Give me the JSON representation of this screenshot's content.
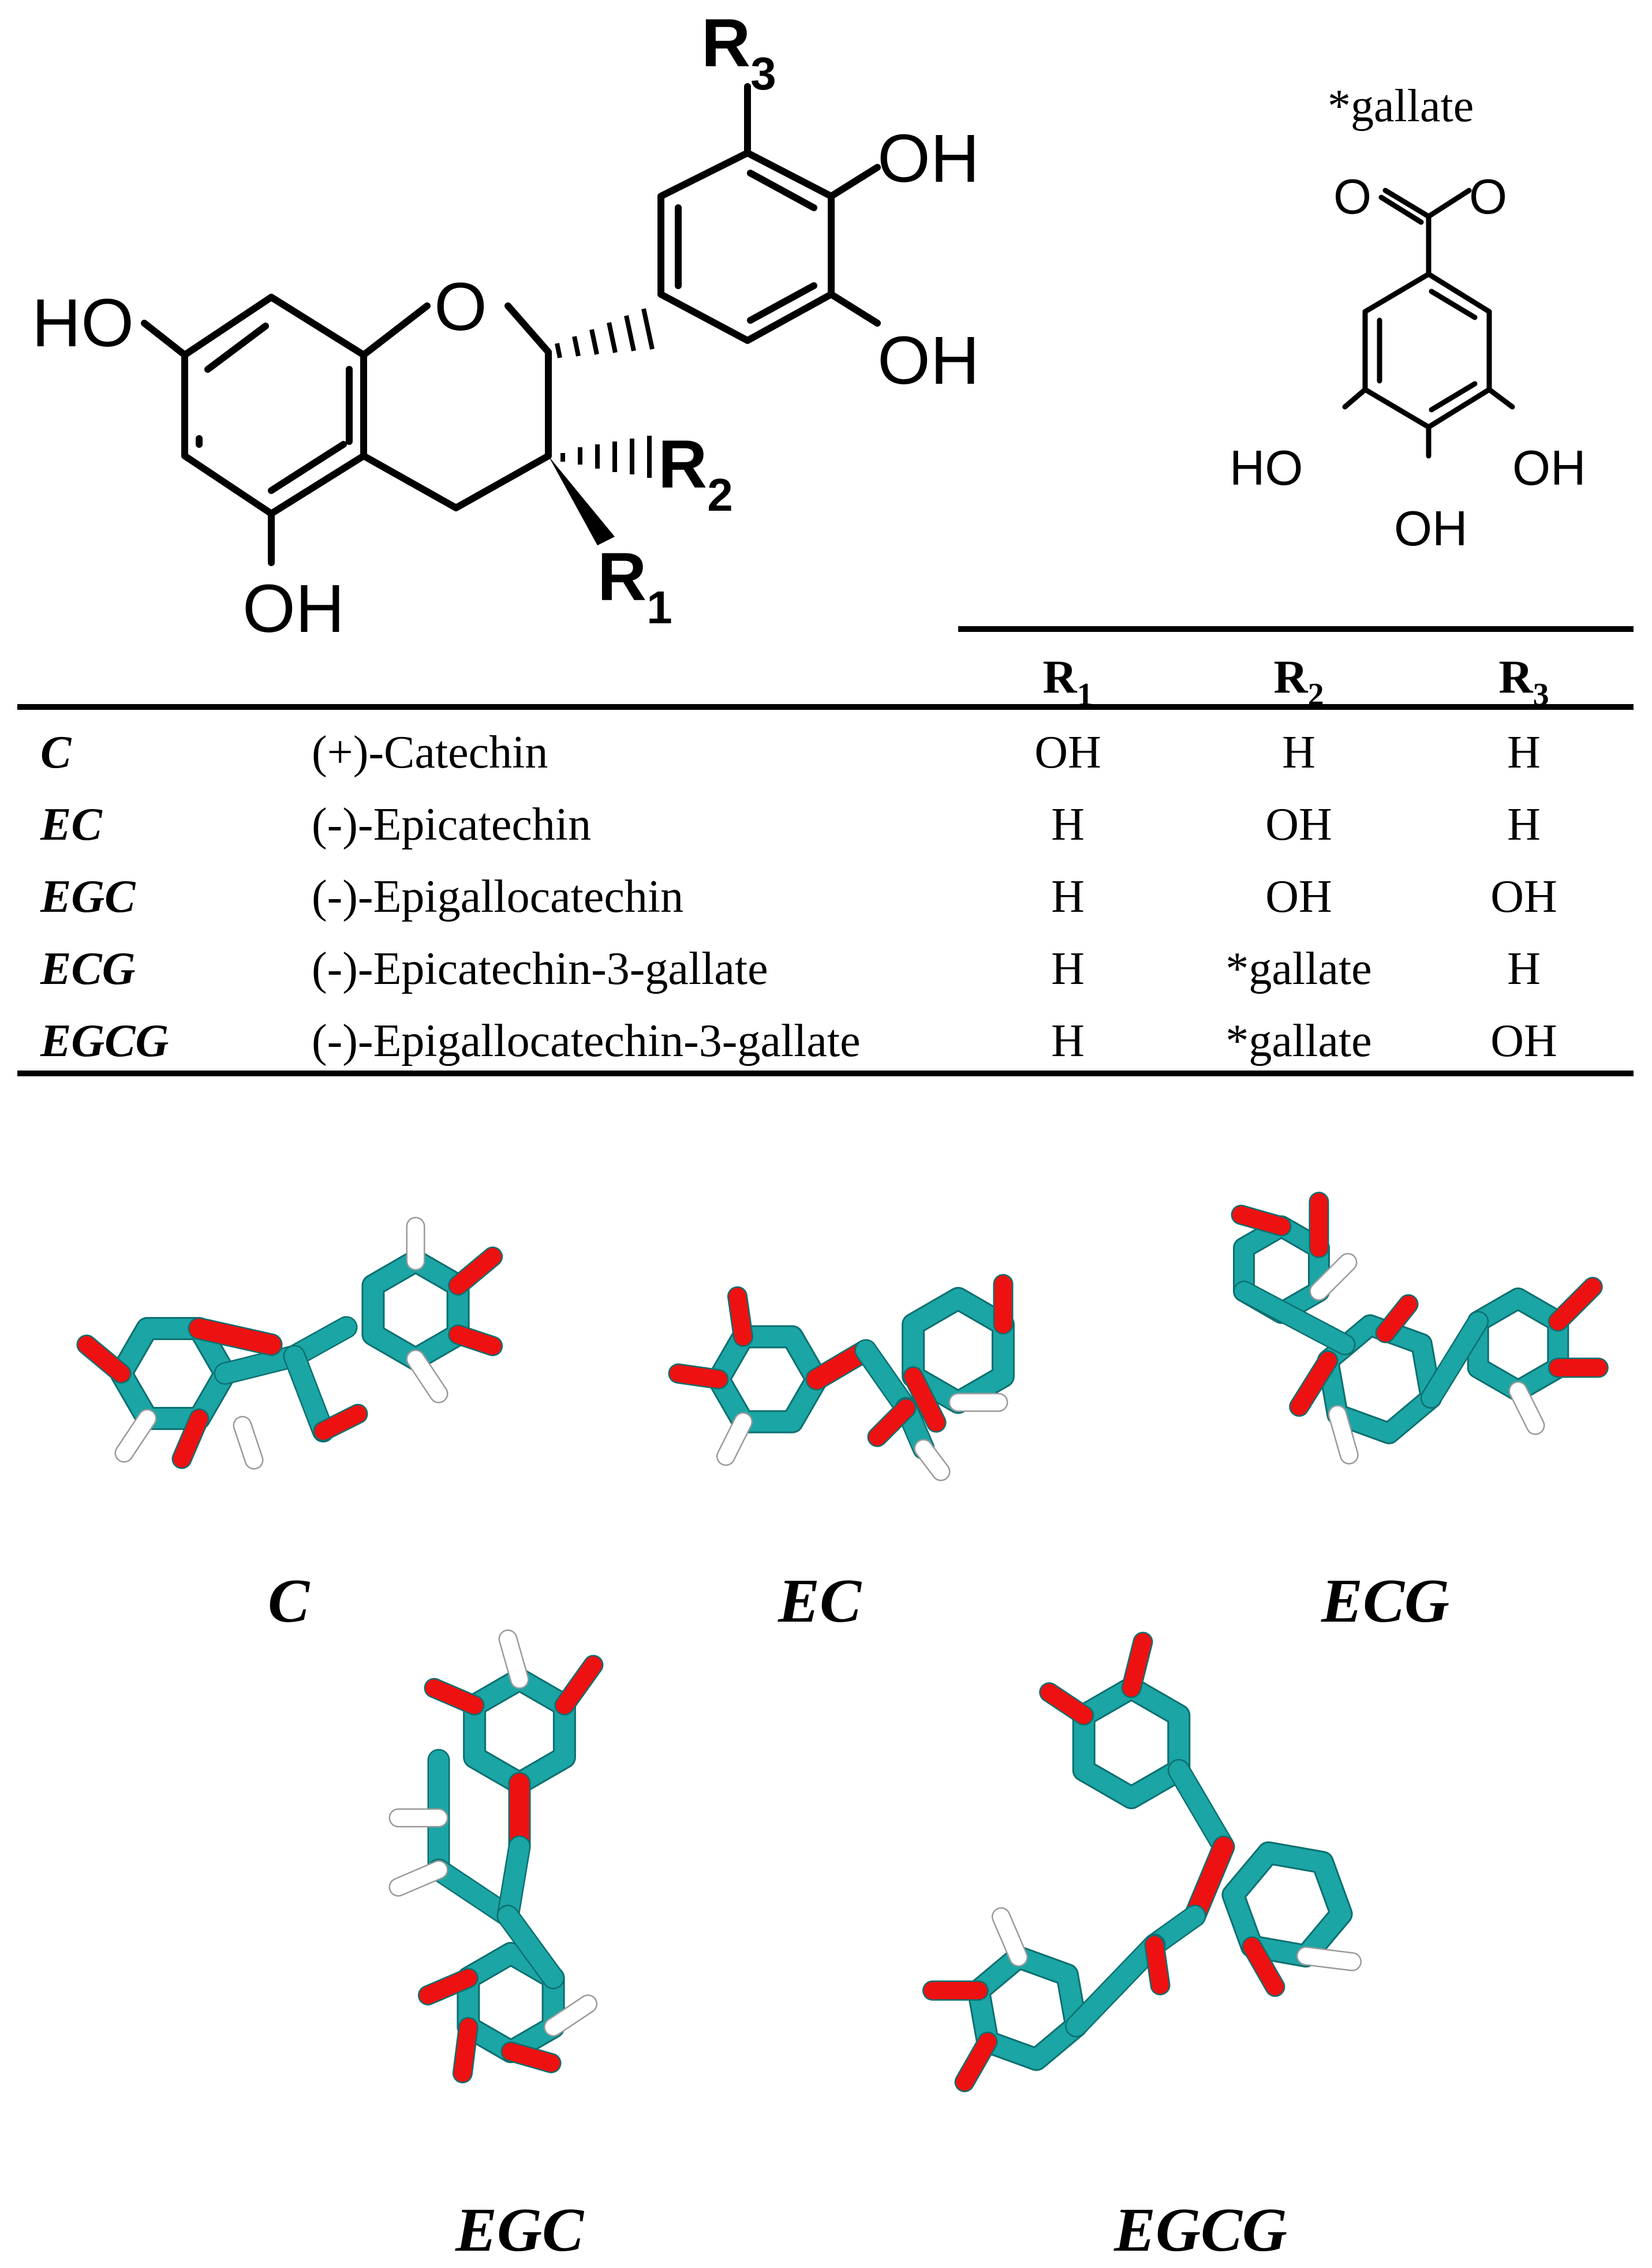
{
  "structure": {
    "labels": {
      "ho_left": "HO",
      "o_ring": "O",
      "oh_bottom": "OH",
      "oh_upper": "OH",
      "oh_lower": "OH",
      "r": "R"
    },
    "substituents": [
      {
        "sub": "1"
      },
      {
        "sub": "2"
      },
      {
        "sub": "3"
      }
    ]
  },
  "gallate": {
    "title": "*gallate",
    "o_left": "O",
    "o_right": "O",
    "ho_left": "HO",
    "oh_right": "OH",
    "oh_bottom": "OH"
  },
  "table": {
    "columns": [
      {
        "label": "R",
        "sub": "1"
      },
      {
        "label": "R",
        "sub": "2"
      },
      {
        "label": "R",
        "sub": "3"
      }
    ],
    "rows": [
      {
        "abbr": "C",
        "name": "(+)-Catechin",
        "r1": "OH",
        "r2": "H",
        "r3": "H"
      },
      {
        "abbr": "EC",
        "name": "(-)-Epicatechin",
        "r1": "H",
        "r2": "OH",
        "r3": "H"
      },
      {
        "abbr": "EGC",
        "name": "(-)-Epigallocatechin",
        "r1": "H",
        "r2": "OH",
        "r3": "OH"
      },
      {
        "abbr": "ECG",
        "name": "(-)-Epicatechin-3-gallate",
        "r1": "H",
        "r2": "*gallate",
        "r3": "H"
      },
      {
        "abbr": "EGCG",
        "name": "(-)-Epigallocatechin-3-gallate",
        "r1": "H",
        "r2": "*gallate",
        "r3": "OH"
      }
    ]
  },
  "models": [
    {
      "label": "C"
    },
    {
      "label": "EC"
    },
    {
      "label": "ECG"
    },
    {
      "label": "EGC"
    },
    {
      "label": "EGCG"
    }
  ],
  "colors": {
    "carbon": "#1ba5a5",
    "oxygen": "#ee1111",
    "hydrogen": "#ffffff",
    "bond_line": "#000000"
  }
}
